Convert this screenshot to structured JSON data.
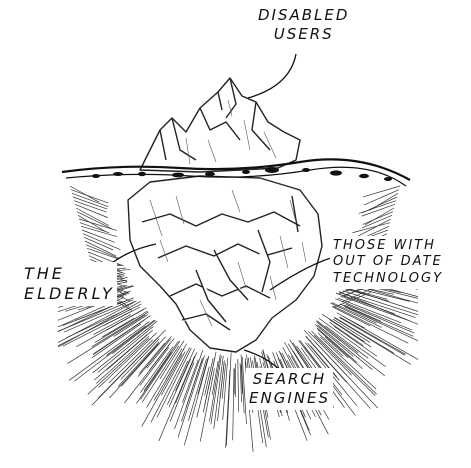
{
  "diagram": {
    "labels": {
      "disabled_users": [
        "DISABLED",
        "USERS"
      ],
      "elderly": [
        "THE",
        "ELDERLY"
      ],
      "outdated_tech": [
        "THOSE WITH",
        "OUT OF DATE",
        "TECHNOLOGY"
      ],
      "search_engines": [
        "SEARCH",
        "ENGINES"
      ]
    }
  }
}
